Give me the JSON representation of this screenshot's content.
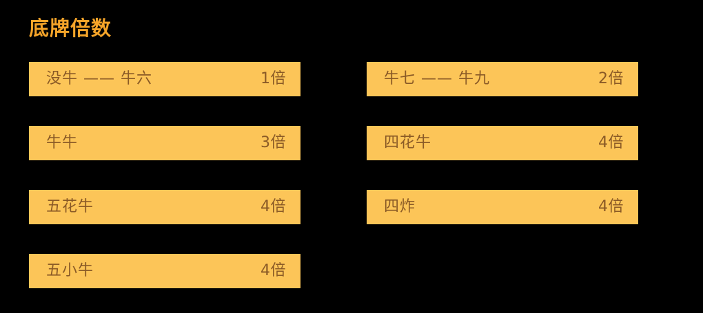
{
  "panel": {
    "title": "底牌倍数",
    "background_color": "#000000",
    "title_color": "#F5A429",
    "row_color": "#FCC558",
    "row_text_color": "#8A5A26"
  },
  "columns": {
    "left": {
      "rows": [
        {
          "label": "没牛 —— 牛六",
          "value": "1倍"
        },
        {
          "label": "牛牛",
          "value": "3倍"
        },
        {
          "label": "五花牛",
          "value": "4倍"
        },
        {
          "label": "五小牛",
          "value": "4倍"
        }
      ]
    },
    "right": {
      "rows": [
        {
          "label": "牛七 —— 牛九",
          "value": "2倍"
        },
        {
          "label": "四花牛",
          "value": "4倍"
        },
        {
          "label": "四炸",
          "value": "4倍"
        }
      ]
    }
  }
}
